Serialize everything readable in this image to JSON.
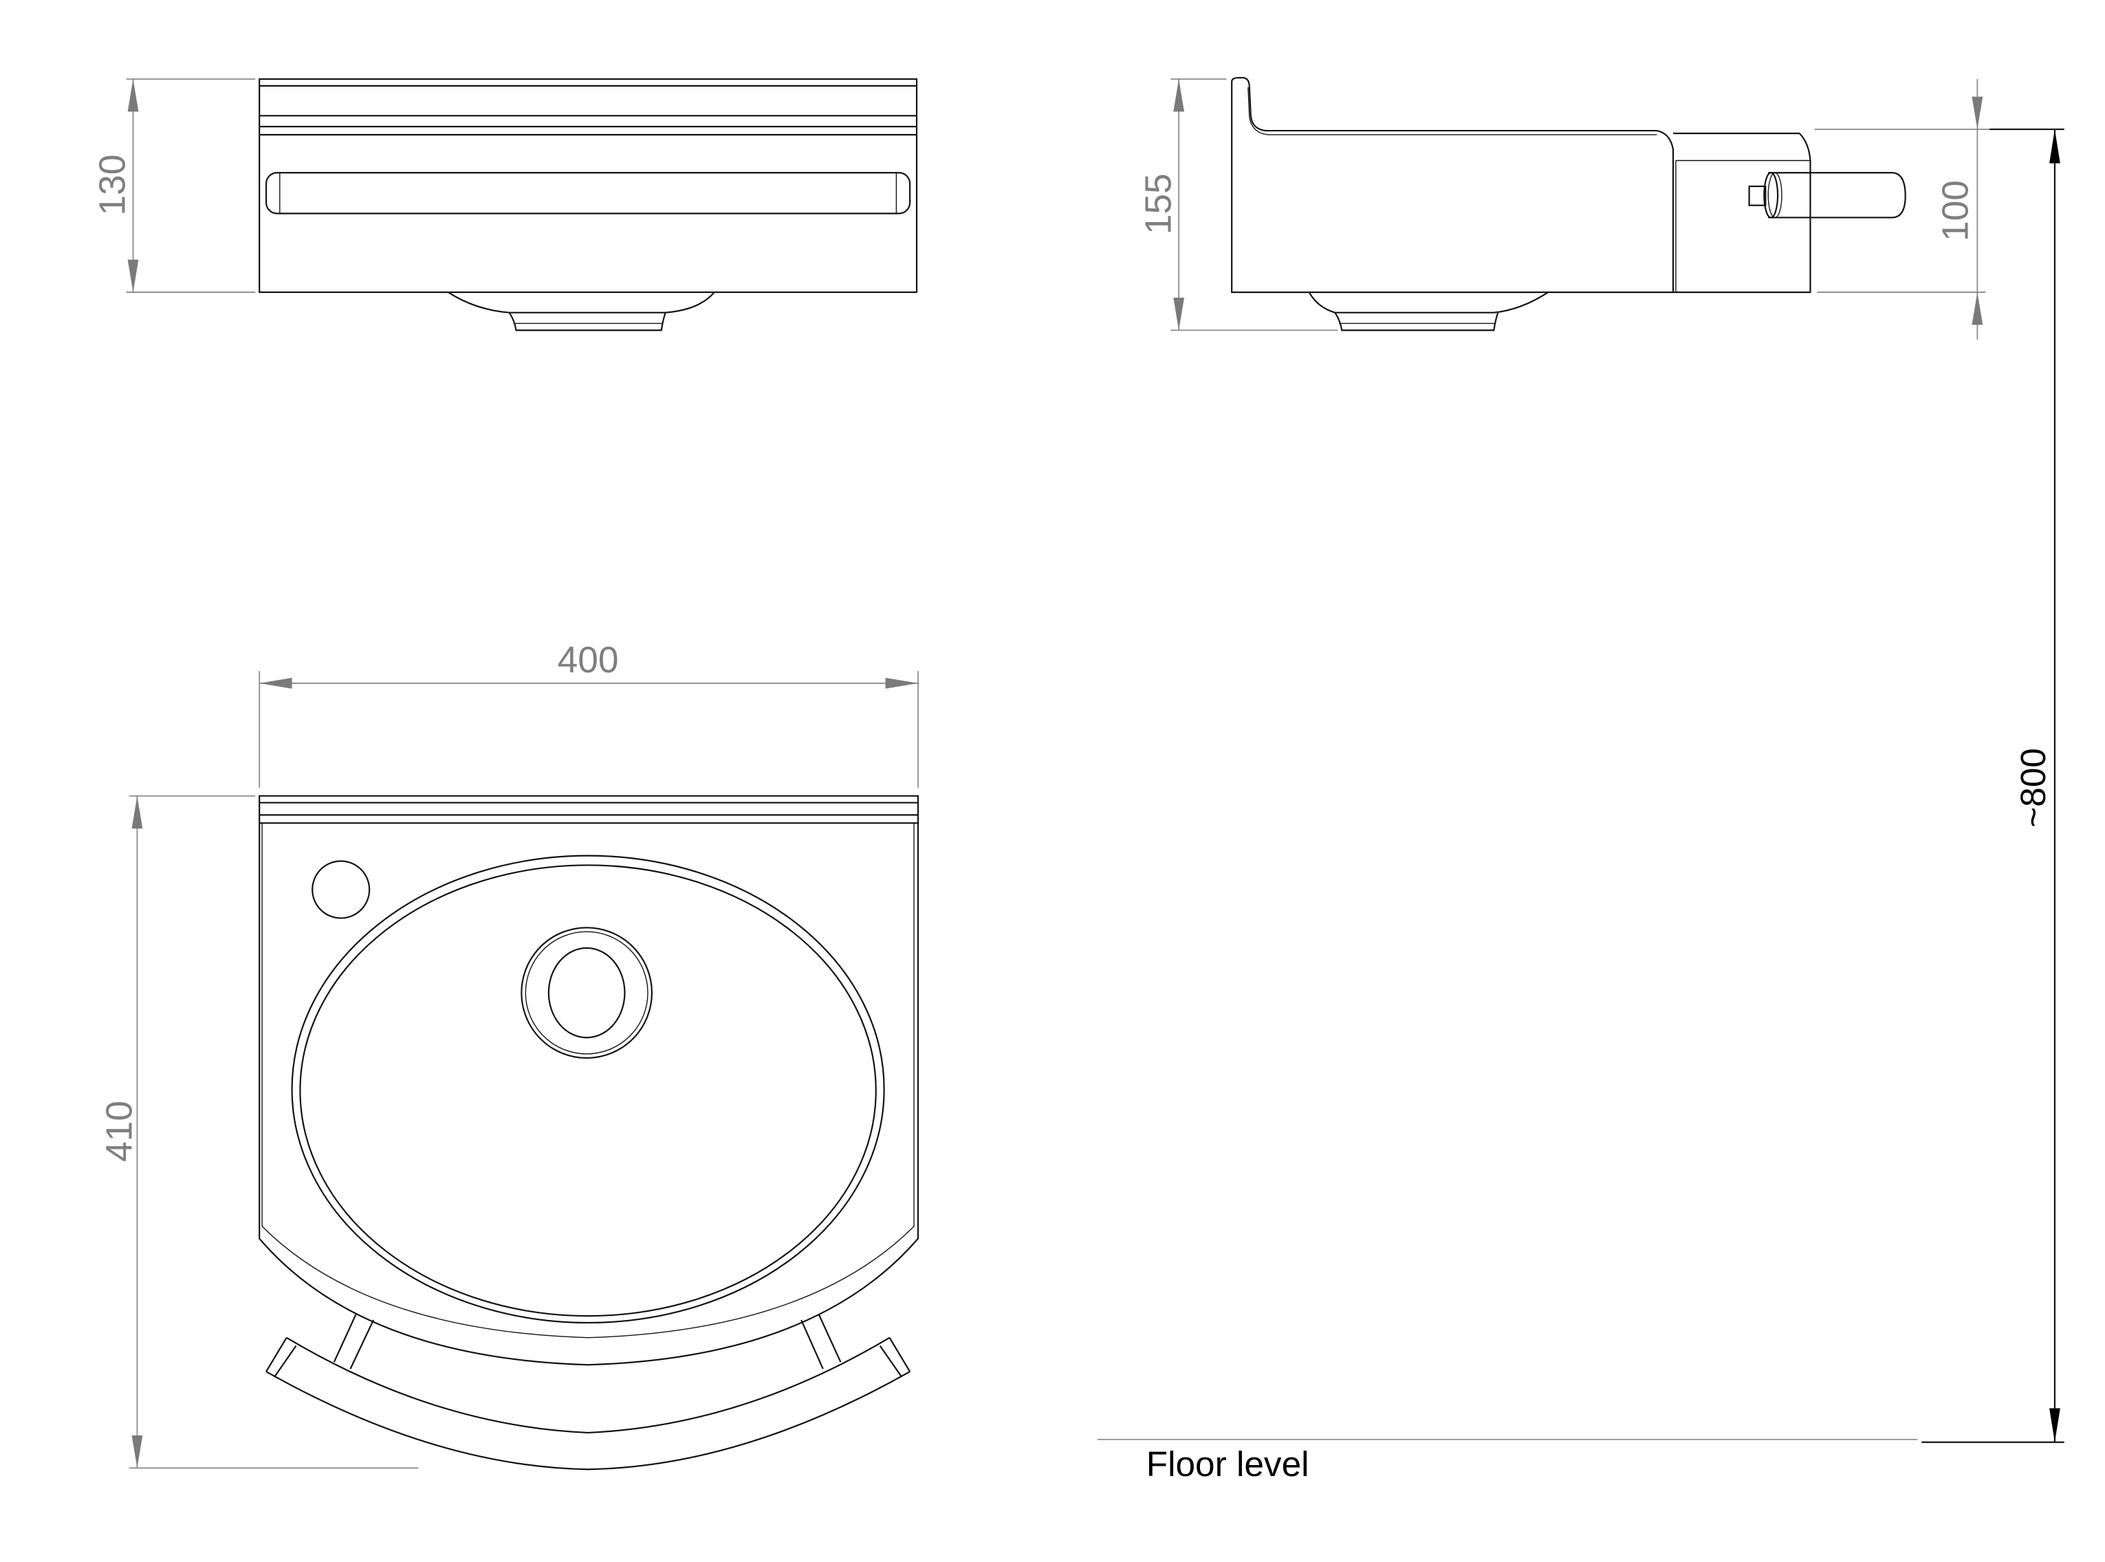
{
  "drawing": {
    "dimensions": {
      "front_height": "130",
      "side_height": "155",
      "side_box_height": "100",
      "mount_height": "~800",
      "plan_width": "400",
      "plan_depth": "410"
    },
    "floor_label": "Floor level"
  },
  "colors": {
    "line": "#111111",
    "dimension": "#8a8a8a"
  }
}
